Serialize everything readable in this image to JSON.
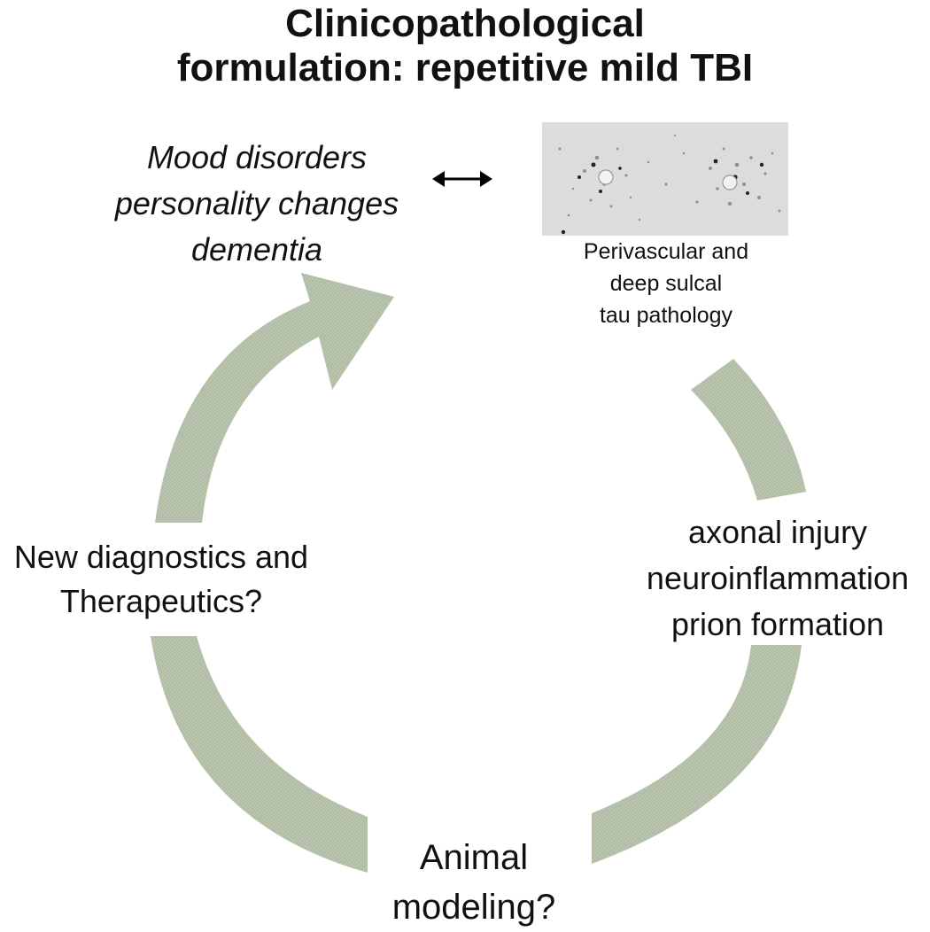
{
  "title": {
    "line1": "Clinicopathological",
    "line2": "formulation: repetitive mild TBI"
  },
  "symptoms": {
    "line1": "Mood disorders",
    "line2": "personality changes",
    "line3": "dementia"
  },
  "pathology_caption": {
    "line1": "Perivascular and",
    "line2": "deep sulcal",
    "line3": "tau pathology"
  },
  "mechanisms": {
    "line1": "axonal injury",
    "line2": "neuroinflammation",
    "line3": "prion formation"
  },
  "diagnostics": {
    "line1": "New diagnostics and",
    "line2": "Therapeutics?"
  },
  "animal": {
    "line1": "Animal",
    "line2": "modeling?"
  },
  "colors": {
    "arrow_fill": "#b8c4ad",
    "text": "#111111",
    "micro_bg": "#d9d9d9"
  },
  "icons": [
    "double-headed-arrow-icon",
    "curved-cycle-arrow-icon",
    "tau-pathology-micrograph"
  ]
}
